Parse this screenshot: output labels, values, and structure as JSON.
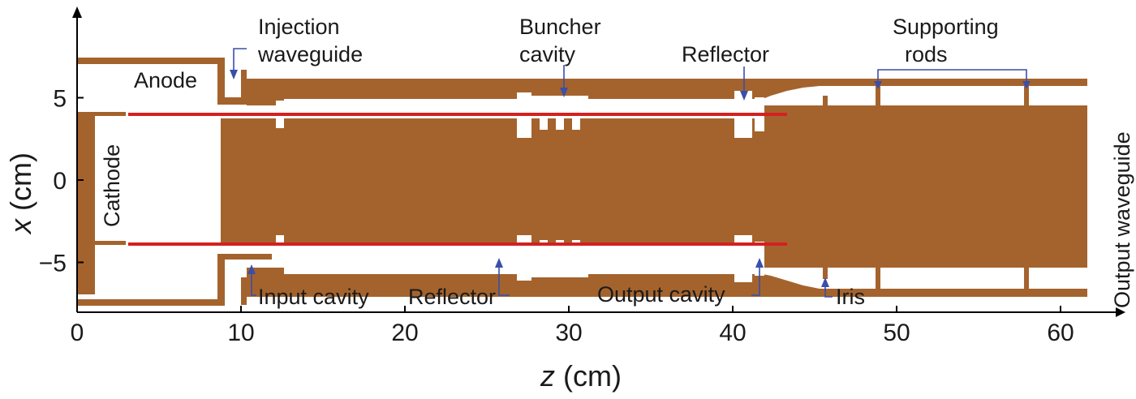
{
  "axes": {
    "x_label_var": "z",
    "x_label_unit": " (cm)",
    "y_label_var": "x",
    "y_label_unit": " (cm)",
    "x_ticks": [
      {
        "value": 0,
        "label": "0"
      },
      {
        "value": 10,
        "label": "10"
      },
      {
        "value": 20,
        "label": "20"
      },
      {
        "value": 30,
        "label": "30"
      },
      {
        "value": 40,
        "label": "40"
      },
      {
        "value": 50,
        "label": "50"
      },
      {
        "value": 60,
        "label": "60"
      }
    ],
    "y_ticks": [
      {
        "value": 5,
        "label": "5"
      },
      {
        "value": 0,
        "label": "0"
      },
      {
        "value": -5,
        "label": "−5"
      }
    ]
  },
  "labels": {
    "injection_line1": "Injection",
    "injection_line2": "waveguide",
    "buncher_line1": "Buncher",
    "buncher_line2": "cavity",
    "reflector_top": "Reflector",
    "supporting_line1": "Supporting",
    "supporting_line2": "rods",
    "anode": "Anode",
    "cathode": "Cathode",
    "input_cavity": "Input cavity",
    "reflector_bottom": "Reflector",
    "output_cavity": "Output cavity",
    "iris": "Iris",
    "output_waveguide": "Output waveguide"
  },
  "colors": {
    "copper": "#a4632d",
    "beam": "#d42020",
    "annotation": "#3a4fa8"
  }
}
